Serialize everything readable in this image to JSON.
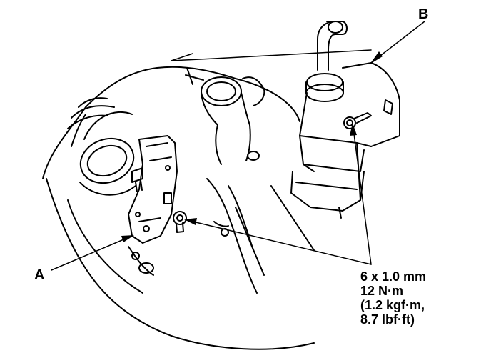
{
  "labels": {
    "a": "A",
    "b": "B"
  },
  "spec": {
    "line1": "6 x 1.0 mm",
    "line2": "12 N·m",
    "line3": "(1.2 kgf·m,",
    "line4": "8.7 lbf·ft)"
  },
  "colors": {
    "ink": "#000000",
    "paper": "#ffffff"
  }
}
